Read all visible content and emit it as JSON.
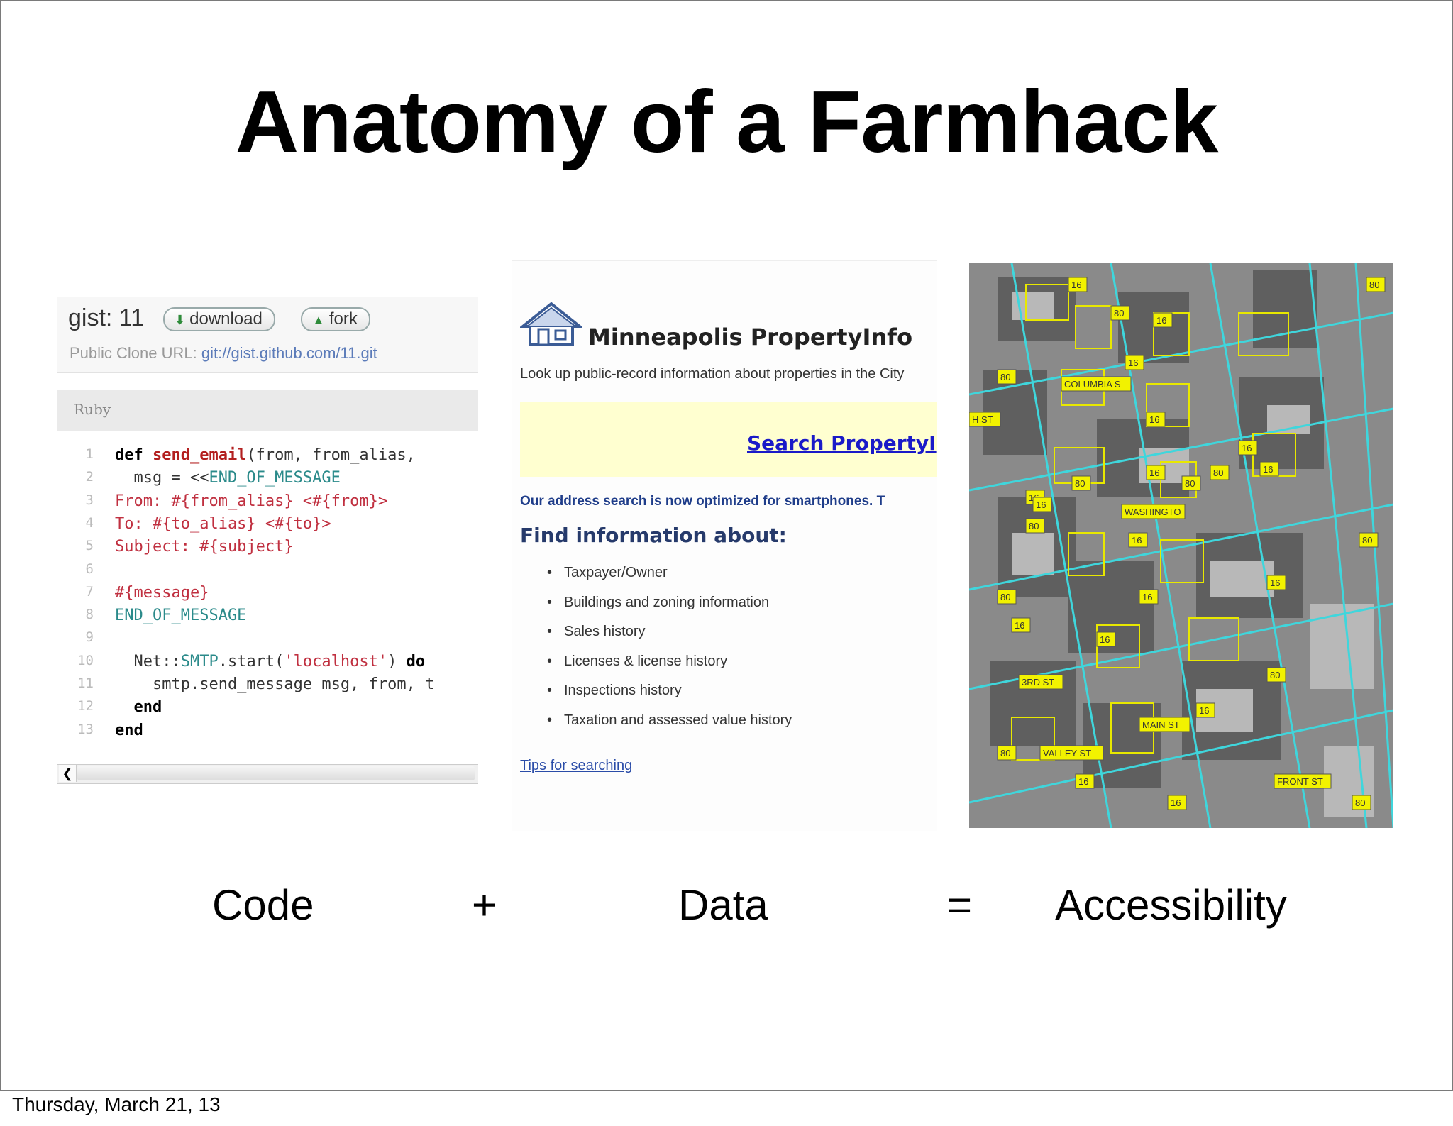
{
  "slide": {
    "title": "Anatomy of a Farmhack",
    "footer_date": "Thursday, March 21, 13"
  },
  "gist": {
    "title": "gist: 11",
    "download_label": "download",
    "fork_label": "fork",
    "clone_label": "Public Clone URL:",
    "clone_url": "git://gist.github.com/11.git",
    "language": "Ruby",
    "line_numbers": [
      "1",
      "2",
      "3",
      "4",
      "5",
      "6",
      "7",
      "8",
      "9",
      "10",
      "11",
      "12",
      "13"
    ],
    "code_lines": [
      {
        "kw": "def ",
        "fn": "send_email",
        "rest": "(from, from_alias,"
      },
      {
        "plain": "  msg = <<",
        "cst": "END_OF_MESSAGE"
      },
      {
        "str": "From: #{from_alias} <#{from}>"
      },
      {
        "str": "To: #{to_alias} <#{to}>"
      },
      {
        "str": "Subject: #{subject}"
      },
      {
        "plain": ""
      },
      {
        "str": "#{message}"
      },
      {
        "cst": "END_OF_MESSAGE"
      },
      {
        "plain": ""
      },
      {
        "pre": "  Net::",
        "cst2": "SMTP",
        "mid": ".start(",
        "str2": "'localhost'",
        "post": ") ",
        "kw2": "do"
      },
      {
        "plain": "    smtp.send_message msg, from, t"
      },
      {
        "kw": "  end"
      },
      {
        "kw": "end"
      }
    ]
  },
  "property": {
    "title": "Minneapolis PropertyInfo",
    "subtitle": "Look up public-record information about properties in the City",
    "search_link": "Search PropertyI",
    "notice": "Our address search is now optimized for smartphones. T",
    "find_heading": "Find information about:",
    "items": [
      "Taxpayer/Owner",
      "Buildings and zoning information",
      "Sales history",
      "Licenses & license history",
      "Inspections history",
      "Taxation and assessed value history"
    ],
    "tips_link": "Tips for searching"
  },
  "map": {
    "labels": [
      "16",
      "80",
      "16",
      "80",
      "COLUMBIA S",
      "16",
      "H ST",
      "16",
      "16",
      "16",
      "80",
      "16",
      "80",
      "16",
      "80",
      "WASHINGTO",
      "16",
      "80",
      "16",
      "80",
      "16",
      "80",
      "16",
      "16",
      "16",
      "80",
      "3RD ST",
      "MAIN ST",
      "80",
      "VALLEY ST",
      "16",
      "16",
      "FRONT ST",
      "16",
      "80",
      "80"
    ]
  },
  "equation": {
    "code": "Code",
    "plus": "+",
    "data": "Data",
    "equals": "=",
    "accessibility": "Accessibility"
  },
  "colors": {
    "map_lines": "#3fd6dc",
    "map_parcels": "#e8e800",
    "link_blue": "#1a1ac8"
  }
}
